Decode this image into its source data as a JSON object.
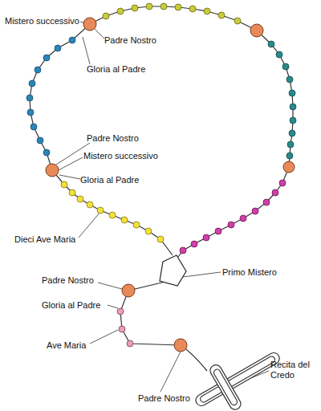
{
  "diagram": {
    "labels": [
      "Mistero successivo",
      "Padre Nostro",
      "Gloria al Padre",
      "Padre Nostro",
      "Mistero successivo",
      "Gloria al Padre",
      "Dieci Ave Maria",
      "Primo Mistero",
      "Padre Nostro",
      "Gloria al Padre",
      "Ave Maria",
      "Recita del Credo",
      "Padre Nostro"
    ]
  }
}
